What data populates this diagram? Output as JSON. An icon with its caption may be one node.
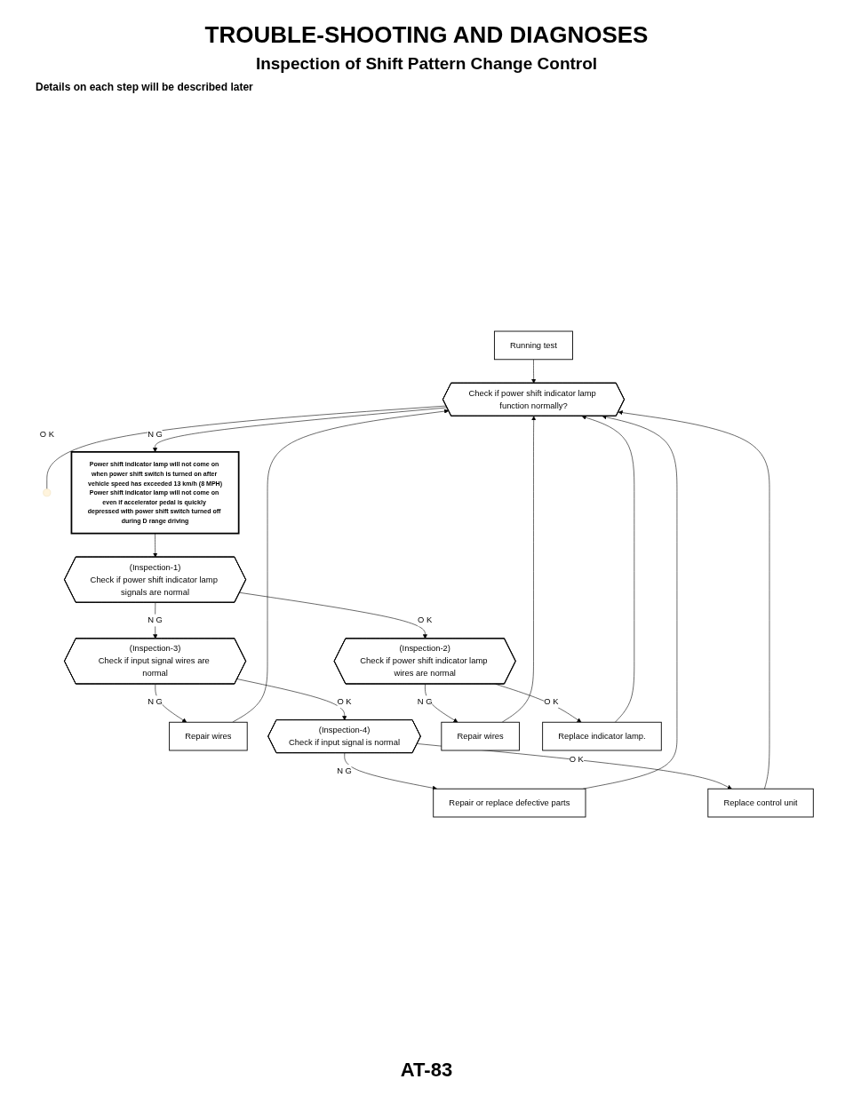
{
  "diagram": {
    "title": "TROUBLE-SHOOTING AND DIAGNOSES",
    "nodes": [
      {
        "text": [
          "Running test"
        ]
      },
      {
        "text": [
          "Check if power shift indicator lamp function normally?"
        ]
      },
      {
        "text": [],
        "shape": "circle"
      },
      {
        "text": [
          "Power shift indicator lamp will not come on when power shift switch is turned on after vehicle speed has exceeded 13 km/h (8 MPH)",
          "Power shift indicator lamp will not come on even if accelerator pedal is quickly depressed with power shift switch turned off during D range driving"
        ]
      },
      {
        "text": [
          "(Inspection-1)",
          "Check if power shift indicator lamp signals are normal"
        ]
      },
      {
        "text": [
          "(Inspection-3)",
          "Check if input signal wires are normal"
        ]
      },
      {
        "text": [
          "(Inspection-2)",
          "Check if power shift indicator lamp wires are normal"
        ]
      },
      {
        "text": [
          "Repair wires"
        ]
      },
      {
        "text": [
          "(Inspection-4)",
          "Check if input signal is normal"
        ]
      },
      {
        "text": [
          "Repair wires"
        ]
      },
      {
        "text": [
          "Replace indicator lamp."
        ]
      },
      {
        "text": [
          "Repair or replace defective parts"
        ]
      },
      {
        "text": [
          "Replace control unit"
        ]
      }
    ],
    "edges": [
      {
        "from": 0,
        "to": 1,
        "arrow": "to"
      },
      {
        "from": 1,
        "to": 2,
        "arrow": "none",
        "label": "O K"
      },
      {
        "from": 1,
        "to": 3,
        "arrow": "to",
        "label": "N G"
      },
      {
        "from": 3,
        "to": 4,
        "arrow": "to"
      },
      {
        "from": 4,
        "to": 5,
        "arrow": "to",
        "label": "N G"
      },
      {
        "from": 4,
        "to": 6,
        "arrow": "to",
        "label": "O K"
      },
      {
        "from": 5,
        "to": 7,
        "arrow": "to",
        "label": "N G"
      },
      {
        "from": 5,
        "to": 8,
        "arrow": "to",
        "label": "O K"
      },
      {
        "from": 6,
        "to": 9,
        "arrow": "to",
        "label": "N G"
      },
      {
        "from": 6,
        "to": 10,
        "arrow": "to",
        "label": "O K"
      },
      {
        "from": 8,
        "to": 11,
        "arrow": "to",
        "label": "N G"
      },
      {
        "from": 8,
        "to": 12,
        "arrow": "to",
        "label": "O K"
      },
      {
        "from": 7,
        "to": 1,
        "arrow": "to"
      },
      {
        "from": 11,
        "to": 1,
        "arrow": "to"
      },
      {
        "from": 12,
        "to": 1,
        "arrow": "to"
      },
      {
        "from": 9,
        "to": 1,
        "arrow": "to"
      },
      {
        "from": 10,
        "to": 1,
        "arrow": "to"
      }
    ],
    "labels": [
      "Inspection of Shift Pattern Change Control",
      "Details on each step will be described later",
      "AT-83"
    ]
  }
}
